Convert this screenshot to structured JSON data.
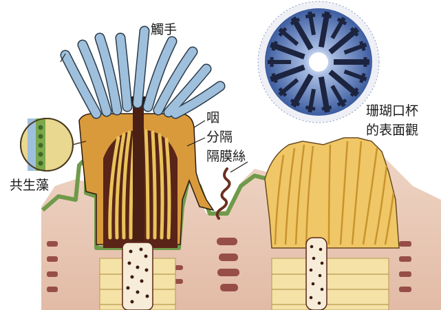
{
  "labels": {
    "tentacles": "觸手",
    "pharynx": "咽",
    "septum": "分隔",
    "septal_filament": "隔膜絲",
    "zooxanthellae": "共生藻",
    "calyx_line1": "珊瑚口杯",
    "calyx_line2": "的表面觀"
  },
  "colors": {
    "tentacle": "#9fc0dc",
    "tissue": "#d99a3c",
    "septa": "#e8c45a",
    "skeleton_pink": "#e8c9b6",
    "skeleton_stripe": "#8a3a36",
    "calyx_blue": "#3d5da0",
    "calyx_dark": "#1c2440",
    "algae_green": "#7aa84a",
    "mouth_dark": "#4a1f14"
  }
}
